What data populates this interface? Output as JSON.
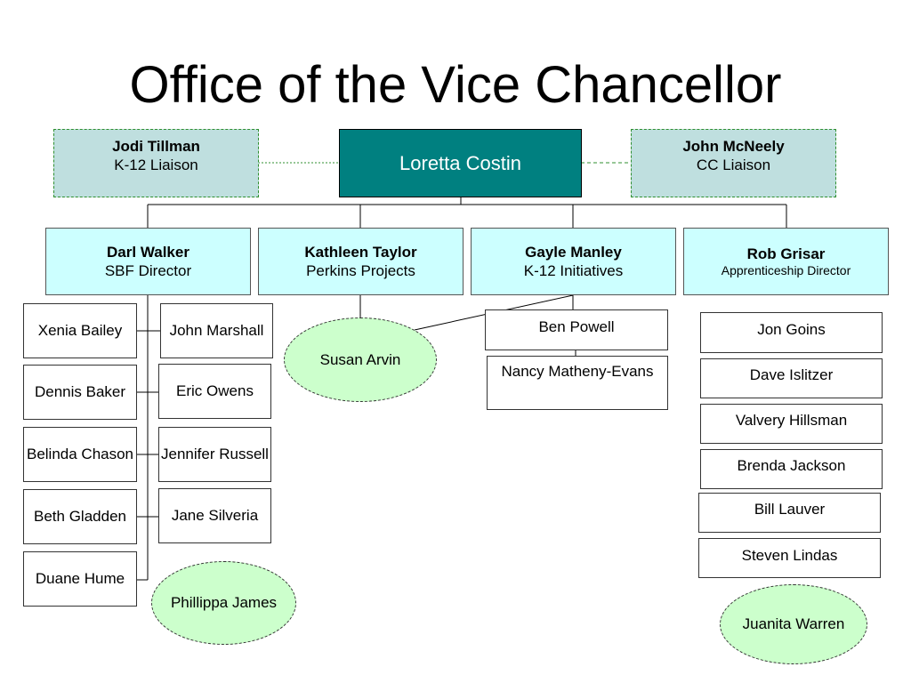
{
  "title": "Office of the Vice Chancellor",
  "root": {
    "name": "Loretta Costin"
  },
  "liaisons": {
    "left": {
      "name": "Jodi Tillman",
      "role": "K-12 Liaison"
    },
    "right": {
      "name": "John McNeely",
      "role": "CC Liaison"
    }
  },
  "directors": [
    {
      "name": "Darl Walker",
      "role": "SBF Director"
    },
    {
      "name": "Kathleen Taylor",
      "role": "Perkins Projects"
    },
    {
      "name": "Gayle Manley",
      "role": "K-12 Initiatives"
    },
    {
      "name": "Rob Grisar",
      "role": "Apprenticeship Director"
    }
  ],
  "walker_staff_left": [
    "Xenia Bailey",
    "Dennis Baker",
    "Belinda Chason",
    "Beth Gladden",
    "Duane Hume"
  ],
  "walker_staff_right": [
    "John Marshall",
    "Eric Owens",
    "Jennifer Russell",
    "Jane Silveria"
  ],
  "walker_oval": "Phillippa James",
  "taylor_oval": "Susan Arvin",
  "manley_staff": [
    "Ben Powell",
    "Nancy Matheny-Evans"
  ],
  "grisar_staff": [
    "Jon Goins",
    "Dave Islitzer",
    "Valvery Hillsman",
    "Brenda Jackson",
    "Bill Lauver",
    "Steven Lindas"
  ],
  "grisar_oval": "Juanita Warren",
  "colors": {
    "root_fill": "#008080",
    "liaison_fill": "#bfdfdf",
    "director_fill": "#ccffff",
    "oval_fill": "#ccffcc"
  }
}
